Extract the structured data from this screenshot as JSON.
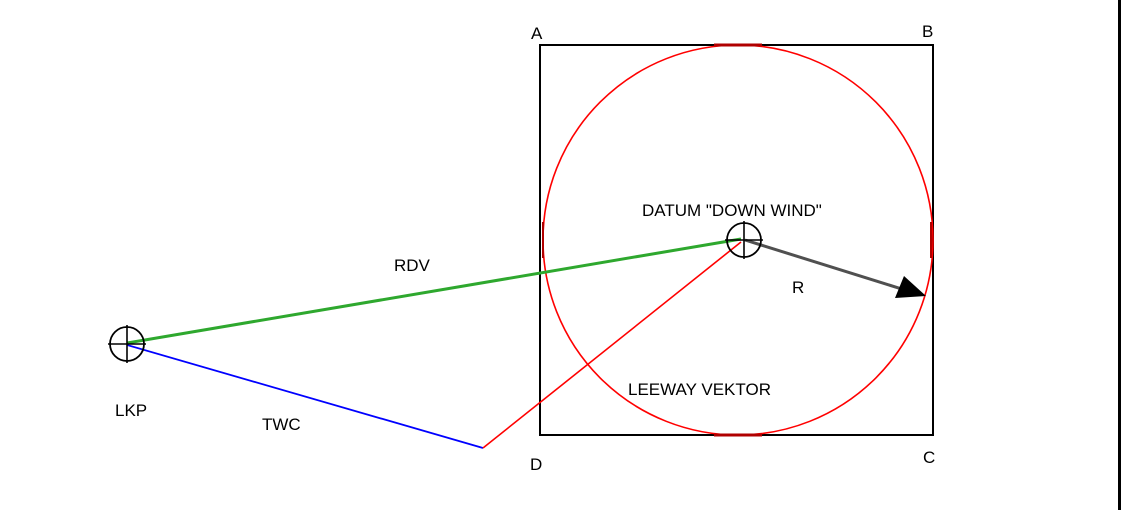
{
  "labels": {
    "corner_a": "A",
    "corner_b": "B",
    "corner_c": "C",
    "corner_d": "D",
    "datum": "DATUM \"DOWN WIND\"",
    "rdv": "RDV",
    "radius": "R",
    "lkp": "LKP",
    "twc": "TWC",
    "leeway": "LEEWAY VEKTOR"
  },
  "colors": {
    "square": "#000000",
    "circle": "#ff0000",
    "rdv_line": "#2ea82e",
    "twc_line": "#0000ff",
    "leeway_line": "#ff0000",
    "radius_arrow": "#505050",
    "markers": "#000000"
  },
  "icons": {
    "datum_marker": "crosshair-circle-icon",
    "lkp_marker": "crosshair-circle-icon",
    "radius_arrowhead": "arrowhead-icon"
  }
}
